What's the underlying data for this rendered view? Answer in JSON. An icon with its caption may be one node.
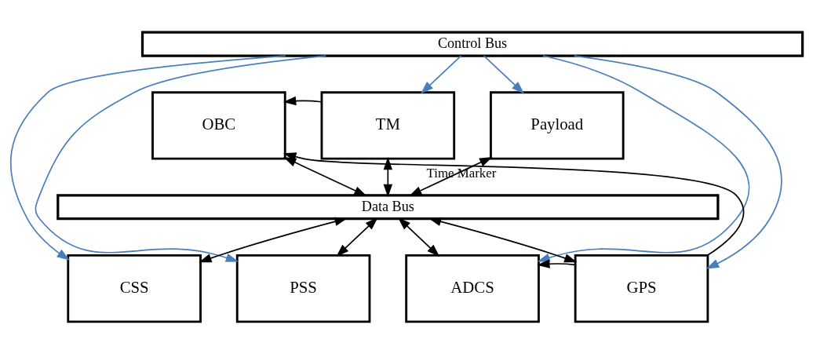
{
  "diagram": {
    "nodes": [
      {
        "text": [
          "OBC"
        ]
      },
      {
        "text": [
          "TM"
        ]
      },
      {
        "text": [
          "Payload"
        ]
      },
      {
        "text": [
          "Control Bus"
        ]
      },
      {
        "text": [
          "Data Bus"
        ]
      },
      {
        "text": [
          "CSS"
        ]
      },
      {
        "text": [
          "PSS"
        ]
      },
      {
        "text": [
          "ADCS"
        ]
      },
      {
        "text": [
          "GPS"
        ]
      }
    ],
    "edges": [
      {
        "from": 1,
        "to": 0,
        "arrow": "to"
      },
      {
        "from": 8,
        "to": 0,
        "arrow": "to",
        "label": "Time Marker"
      },
      {
        "from": 8,
        "to": 7,
        "arrow": "to"
      },
      {
        "from": 0,
        "to": 4,
        "arrow": "both"
      },
      {
        "from": 3,
        "to": 1,
        "arrow": "to",
        "color": "#4a7ebb"
      },
      {
        "from": 1,
        "to": 4,
        "arrow": "both"
      },
      {
        "from": 3,
        "to": 2,
        "arrow": "to",
        "color": "#4a7ebb"
      },
      {
        "from": 2,
        "to": 4,
        "arrow": "both"
      },
      {
        "from": 3,
        "to": 5,
        "arrow": "to",
        "color": "#4a7ebb"
      },
      {
        "from": 4,
        "to": 5,
        "arrow": "both"
      },
      {
        "from": 3,
        "to": 6,
        "arrow": "to",
        "color": "#4a7ebb"
      },
      {
        "from": 4,
        "to": 6,
        "arrow": "both"
      },
      {
        "from": 3,
        "to": 7,
        "arrow": "to",
        "color": "#4a7ebb"
      },
      {
        "from": 4,
        "to": 7,
        "arrow": "both"
      },
      {
        "from": 3,
        "to": 8,
        "arrow": "to",
        "color": "#4a7ebb"
      },
      {
        "from": 4,
        "to": 8,
        "arrow": "both"
      }
    ]
  }
}
